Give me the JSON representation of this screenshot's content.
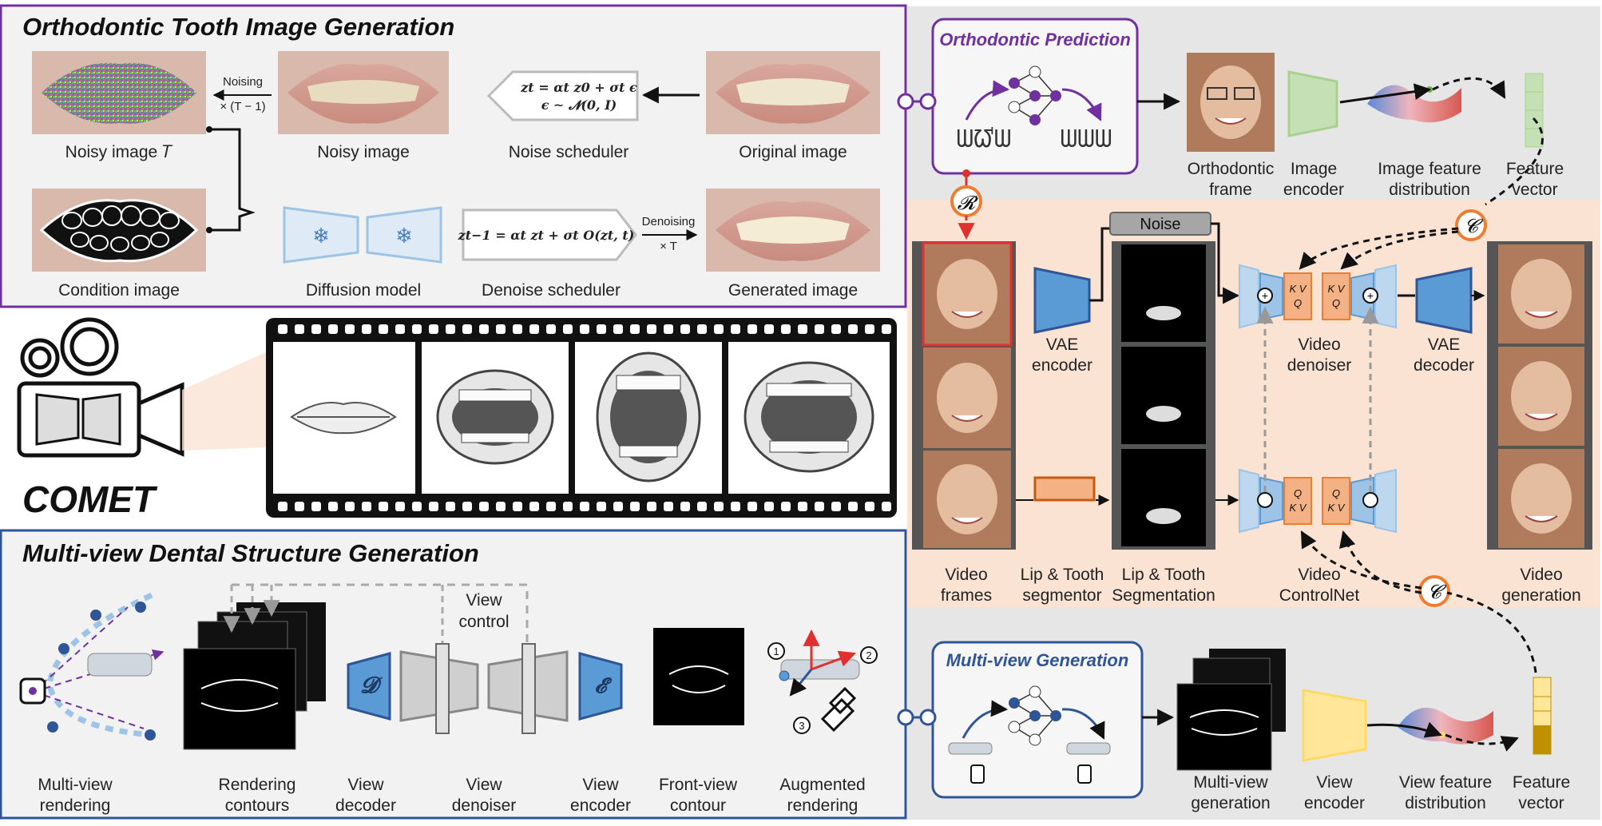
{
  "top_left": {
    "title": "Orthodontic Tooth Image Generation",
    "noisy_image_T": "Noisy image 𝑇",
    "noisy_image": "Noisy image",
    "noise_scheduler": "Noise scheduler",
    "original_image": "Original image",
    "condition_image": "Condition image",
    "diffusion_model": "Diffusion model",
    "denoise_scheduler": "Denoise scheduler",
    "generated_image": "Generated image",
    "noising_label": "Noising",
    "noising_times": "× (T − 1)",
    "denoising_label": "Denoising",
    "denoising_times": "× T",
    "eq1_line1": "zt = αt z0 + σt ϵ",
    "eq1_line2": "ϵ ∼ 𝓝(0, I)",
    "eq2": "zt−1 = αt zt + σt O(zt, t)"
  },
  "center": {
    "brand": "COMET"
  },
  "bottom_left": {
    "title": "Multi-view Dental Structure Generation",
    "view_control": [
      "View",
      "control"
    ],
    "dec_symbol": "𝓓",
    "enc_symbol": "𝓔",
    "num1": "1",
    "num2": "2",
    "num3": "3",
    "labels": [
      [
        "Multi-view",
        "rendering"
      ],
      [
        "Rendering",
        "contours"
      ],
      [
        "View",
        "decoder"
      ],
      [
        "View",
        "denoiser"
      ],
      [
        "View",
        "encoder"
      ],
      [
        "Front-view",
        "contour"
      ],
      [
        "Augmented",
        "rendering"
      ]
    ]
  },
  "right_top": {
    "title": "Orthodontic Prediction",
    "labels": [
      [
        "Orthodontic",
        "frame"
      ],
      [
        "Image",
        "encoder"
      ],
      [
        "Image feature",
        "distribution"
      ],
      [
        "Feature",
        "vector"
      ]
    ]
  },
  "right_middle": {
    "r_symbol": "𝓡",
    "c_symbol": "𝓒",
    "noise": "Noise",
    "qkv1": [
      "K V",
      "Q"
    ],
    "qkv2": [
      "Q",
      "K V"
    ],
    "labels": {
      "vae_encoder": [
        "VAE",
        "encoder"
      ],
      "video_denoiser": [
        "Video",
        "denoiser"
      ],
      "vae_decoder": [
        "VAE",
        "decoder"
      ],
      "video_frames": [
        "Video",
        "frames"
      ],
      "segmentor": [
        "Lip & Tooth",
        "segmentor"
      ],
      "segmentation": [
        "Lip & Tooth",
        "Segmentation"
      ],
      "controlnet": [
        "Video",
        "ControlNet"
      ],
      "video_generation": [
        "Video",
        "generation"
      ]
    }
  },
  "right_bottom": {
    "title": "Multi-view Generation",
    "labels": [
      [
        "Multi-view",
        "generation"
      ],
      [
        "View",
        "encoder"
      ],
      [
        "View feature",
        "distribution"
      ],
      [
        "Feature",
        "vector"
      ]
    ]
  },
  "colors": {
    "purple": "#7030a0",
    "navy": "#2f5597",
    "orange": "#ed7d31",
    "peach": "#fbe3d4",
    "panel": "#f2f2f2",
    "blue": "#5b9bd5",
    "green": "#c5e0b4",
    "yellow": "#ffe699"
  }
}
